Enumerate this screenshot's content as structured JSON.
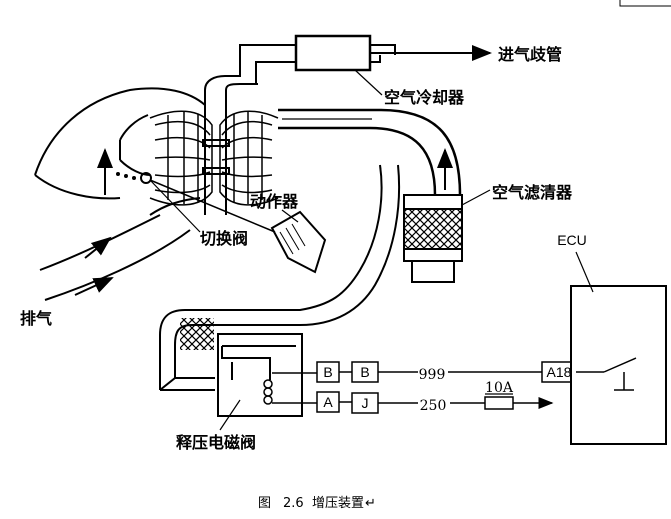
{
  "labels": {
    "intake_manifold": "进气歧管",
    "air_cooler": "空气冷却器",
    "air_filter": "空气滤清器",
    "actuator": "动作器",
    "switch_valve": "切换阀",
    "exhaust": "排气",
    "ecu": "ECU",
    "relief_solenoid": "释压电磁阀"
  },
  "connectors": {
    "b_left": "B",
    "a_left": "A",
    "b_right": "B",
    "j_right": "J",
    "a18": "A18"
  },
  "wires": {
    "top_wire_number": "999",
    "bottom_wire_number": "250",
    "fuse": "10A"
  },
  "caption": {
    "figure_label": "图",
    "figure_number": "2.6",
    "figure_title": "增压装置",
    "trailing_mark": "↵"
  }
}
